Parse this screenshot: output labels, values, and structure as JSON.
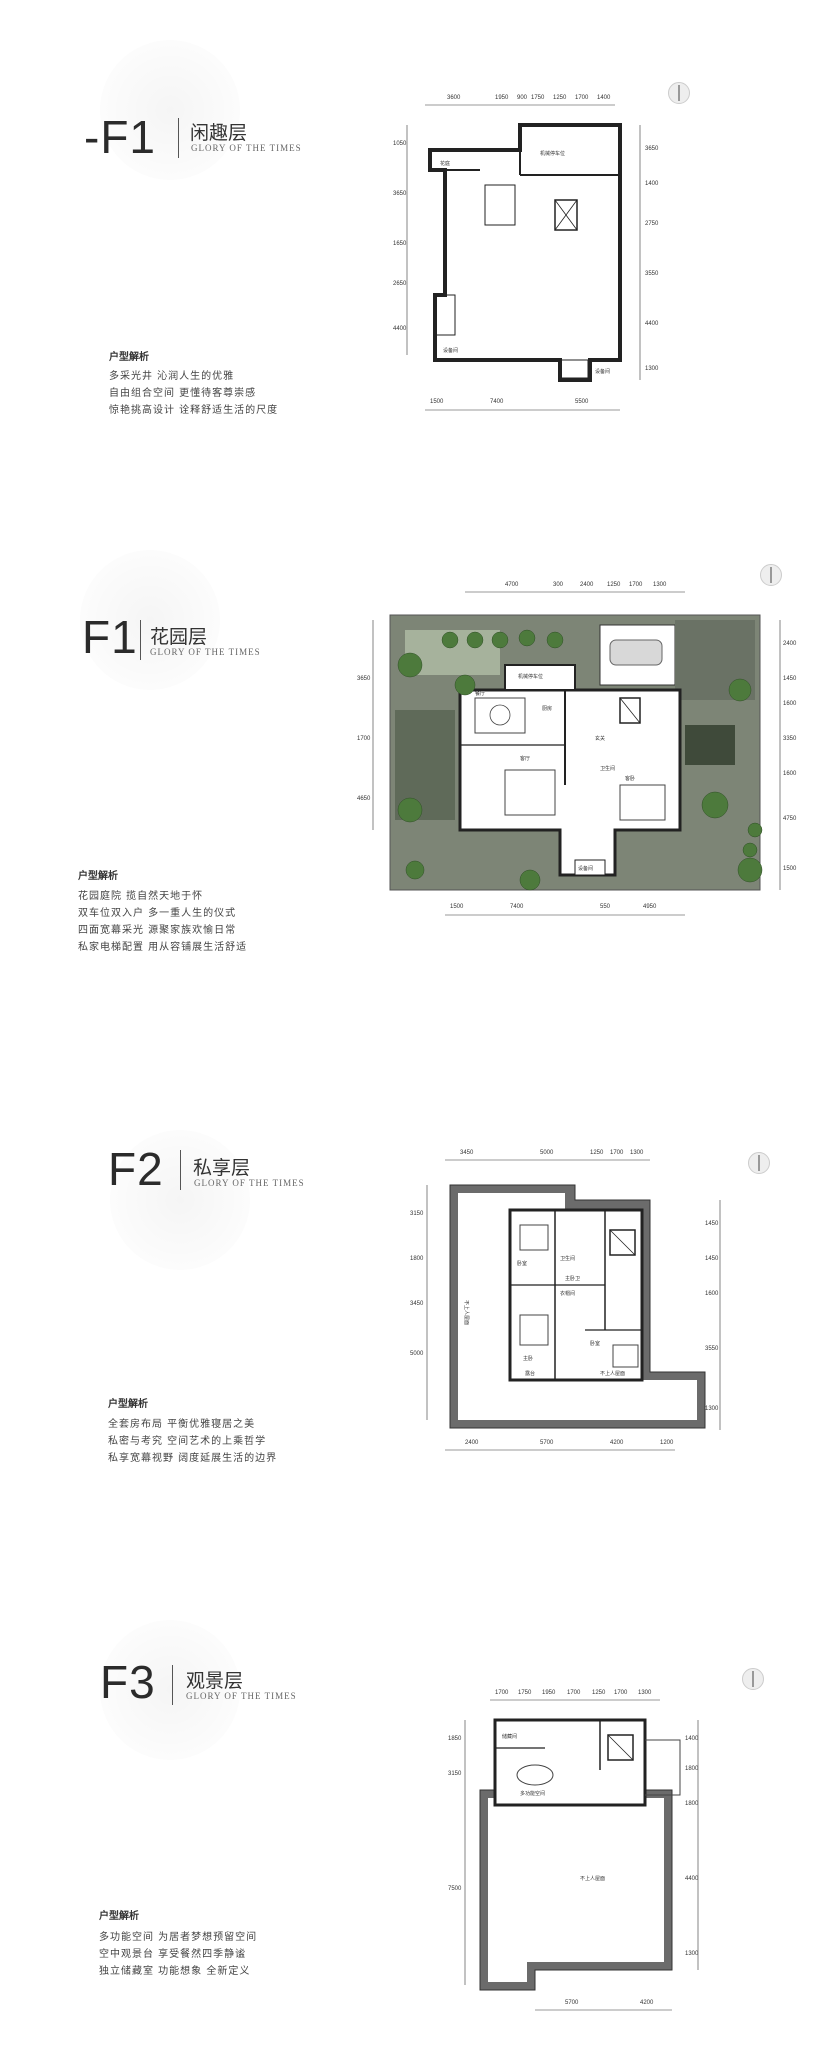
{
  "floors": [
    {
      "code": "-F1",
      "name": "闲趣层",
      "subtitle": "GLORY OF THE TIMES",
      "analysis_title": "户型解析",
      "lines": [
        "多采光井 沁润人生的优雅",
        "自由组合空间 更懂待客尊崇感",
        "惊艳挑高设计 诠释舒适生活的尺度"
      ],
      "dims_top": [
        "3600",
        "1950",
        "900",
        "1750",
        "1250",
        "1700",
        "1400"
      ],
      "dims_bottom": [
        "1500",
        "7400",
        "5500"
      ],
      "dims_left": [
        "1050",
        "3650",
        "1650",
        "2650",
        "4400"
      ],
      "dims_right": [
        "3650",
        "1400",
        "2750",
        "3550",
        "4400",
        "1300"
      ],
      "rooms": [
        "花庭",
        "机械停车位",
        "设备间",
        "设备间"
      ]
    },
    {
      "code": "F1",
      "name": "花园层",
      "subtitle": "GLORY OF THE TIMES",
      "analysis_title": "户型解析",
      "lines": [
        "花园庭院 揽自然天地于怀",
        "双车位双入户 多一重人生的仪式",
        "四面宽幕采光 源聚家族欢愉日常",
        "私家电梯配置 用从容铺展生活舒适"
      ],
      "dims_top": [
        "4700",
        "300",
        "2400",
        "1250",
        "1700",
        "1300"
      ],
      "dims_bottom": [
        "1500",
        "7400",
        "550",
        "4950"
      ],
      "dims_left": [
        "3650",
        "1700",
        "4650"
      ],
      "dims_right": [
        "2400",
        "1450",
        "1600",
        "3350",
        "1600",
        "4750",
        "1500"
      ],
      "rooms": [
        "机械停车位",
        "餐厅",
        "厨房",
        "客厅",
        "玄关",
        "客卧",
        "卫生间",
        "设备间"
      ]
    },
    {
      "code": "F2",
      "name": "私享层",
      "subtitle": "GLORY OF THE TIMES",
      "analysis_title": "户型解析",
      "lines": [
        "全套房布局 平衡优雅寝居之美",
        "私密与考究 空间艺术的上乘哲学",
        "私享宽幕视野 阔度延展生活的边界"
      ],
      "dims_top": [
        "3450",
        "5000",
        "1250",
        "1700",
        "1300"
      ],
      "dims_bottom": [
        "2400",
        "5700",
        "4200",
        "1200"
      ],
      "dims_left": [
        "3150",
        "1800",
        "3450",
        "5000"
      ],
      "dims_right": [
        "1450",
        "1450",
        "1600",
        "3550",
        "1300"
      ],
      "rooms": [
        "卧室",
        "卫生间",
        "衣帽间",
        "主卧",
        "主卧卫",
        "露台",
        "卧室",
        "不上人屋面",
        "不上人屋面"
      ]
    },
    {
      "code": "F3",
      "name": "观景层",
      "subtitle": "GLORY OF THE TIMES",
      "analysis_title": "户型解析",
      "lines": [
        "多功能空间 为居者梦想预留空间",
        "空中观景台 享受餐然四季静谧",
        "独立储藏室 功能想象 全新定义"
      ],
      "dims_top": [
        "1700",
        "1750",
        "1950",
        "1700",
        "1250",
        "1700",
        "1300"
      ],
      "dims_bottom": [
        "5700",
        "4200"
      ],
      "dims_left": [
        "1850",
        "3150",
        "7500"
      ],
      "dims_right": [
        "1400",
        "1800",
        "1800",
        "4400",
        "1300"
      ],
      "rooms": [
        "储藏间",
        "多功能空间",
        "不上人屋面"
      ]
    }
  ]
}
